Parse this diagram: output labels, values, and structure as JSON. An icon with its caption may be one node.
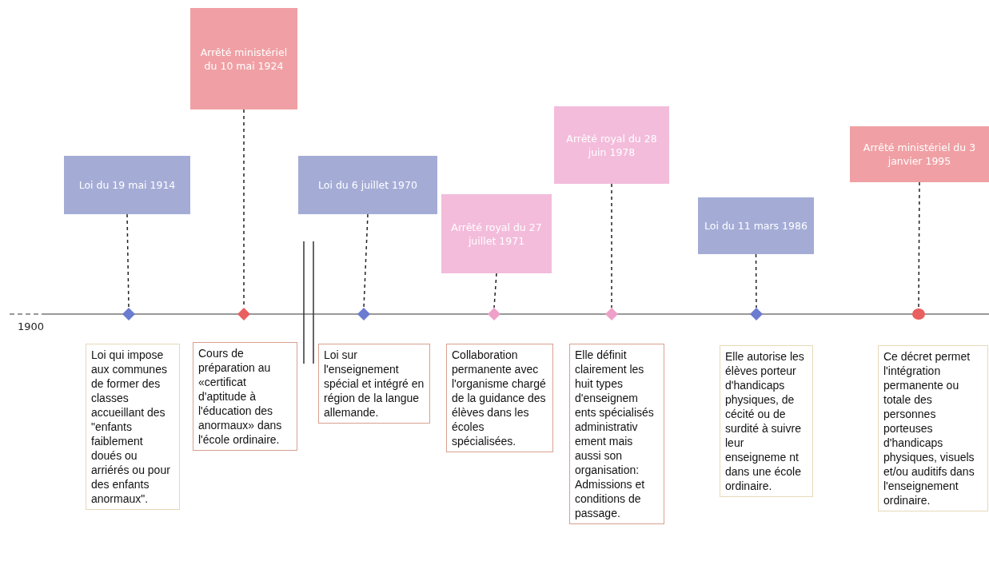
{
  "diagram": {
    "nodes": [
      {
        "text": [
          "Loi du 19 mai 1914"
        ]
      },
      {
        "text": [
          "Arrêté ministériel du 10 mai 1924"
        ]
      },
      {
        "text": [
          "Loi du 6 juillet 1970"
        ]
      },
      {
        "text": [
          "Arrêté royal du 27 juillet 1971"
        ]
      },
      {
        "text": [
          "Arrêté royal du 28 juin 1978"
        ]
      },
      {
        "text": [
          "Loi du 11 mars 1986"
        ]
      },
      {
        "text": [
          "Arrêté ministériel du 3 janvier 1995"
        ]
      },
      {
        "text": [],
        "shape": "diamond"
      },
      {
        "text": [],
        "shape": "diamond"
      },
      {
        "text": [],
        "shape": "diamond"
      },
      {
        "text": [],
        "shape": "diamond"
      },
      {
        "text": [],
        "shape": "diamond"
      },
      {
        "text": [],
        "shape": "diamond"
      },
      {
        "text": [],
        "shape": "circle"
      },
      {
        "text": [
          "Loi qui impose aux communes de former des classes accueillant des \"enfants faiblement doués ou arriérés ou pour des enfants anormaux\"."
        ]
      },
      {
        "text": [
          "Cours de préparation au «certificat d'aptitude à l'éducation des anormaux» dans l'école ordinaire."
        ]
      },
      {
        "text": [
          "Loi sur l'enseignement spécial et intégré en région de la langue allemande."
        ]
      },
      {
        "text": [
          "Collaboration permanente avec l'organisme chargé de la guidance des élèves dans les écoles spécialisées."
        ]
      },
      {
        "text": [
          "Elle définit clairement les huit types d'enseignem ents spécialisés administrativ ement mais aussi son organisation: Admissions et conditions de passage."
        ]
      },
      {
        "text": [
          "Elle autorise les élèves porteur d'handicaps physiques, de cécité ou de surdité à suivre leur enseigneme nt dans une école ordinaire."
        ]
      },
      {
        "text": [
          "Ce décret permet l'intégration permanente ou totale des personnes porteuses d'handicaps physiques, visuels et/ou auditifs dans l'enseignement ordinaire."
        ]
      }
    ],
    "edges": [
      {
        "from": 0,
        "to": 7,
        "arrow": "none",
        "style": "dashed"
      },
      {
        "from": 1,
        "to": 8,
        "arrow": "none",
        "style": "dashed"
      },
      {
        "from": 2,
        "to": 9,
        "arrow": "none",
        "style": "dashed"
      },
      {
        "from": 3,
        "to": 10,
        "arrow": "none",
        "style": "dashed"
      },
      {
        "from": 4,
        "to": 11,
        "arrow": "none",
        "style": "dashed"
      },
      {
        "from": 5,
        "to": 12,
        "arrow": "none",
        "style": "dashed"
      },
      {
        "from": 6,
        "to": 13,
        "arrow": "none",
        "style": "dashed"
      }
    ],
    "labels": [
      "1900"
    ]
  }
}
